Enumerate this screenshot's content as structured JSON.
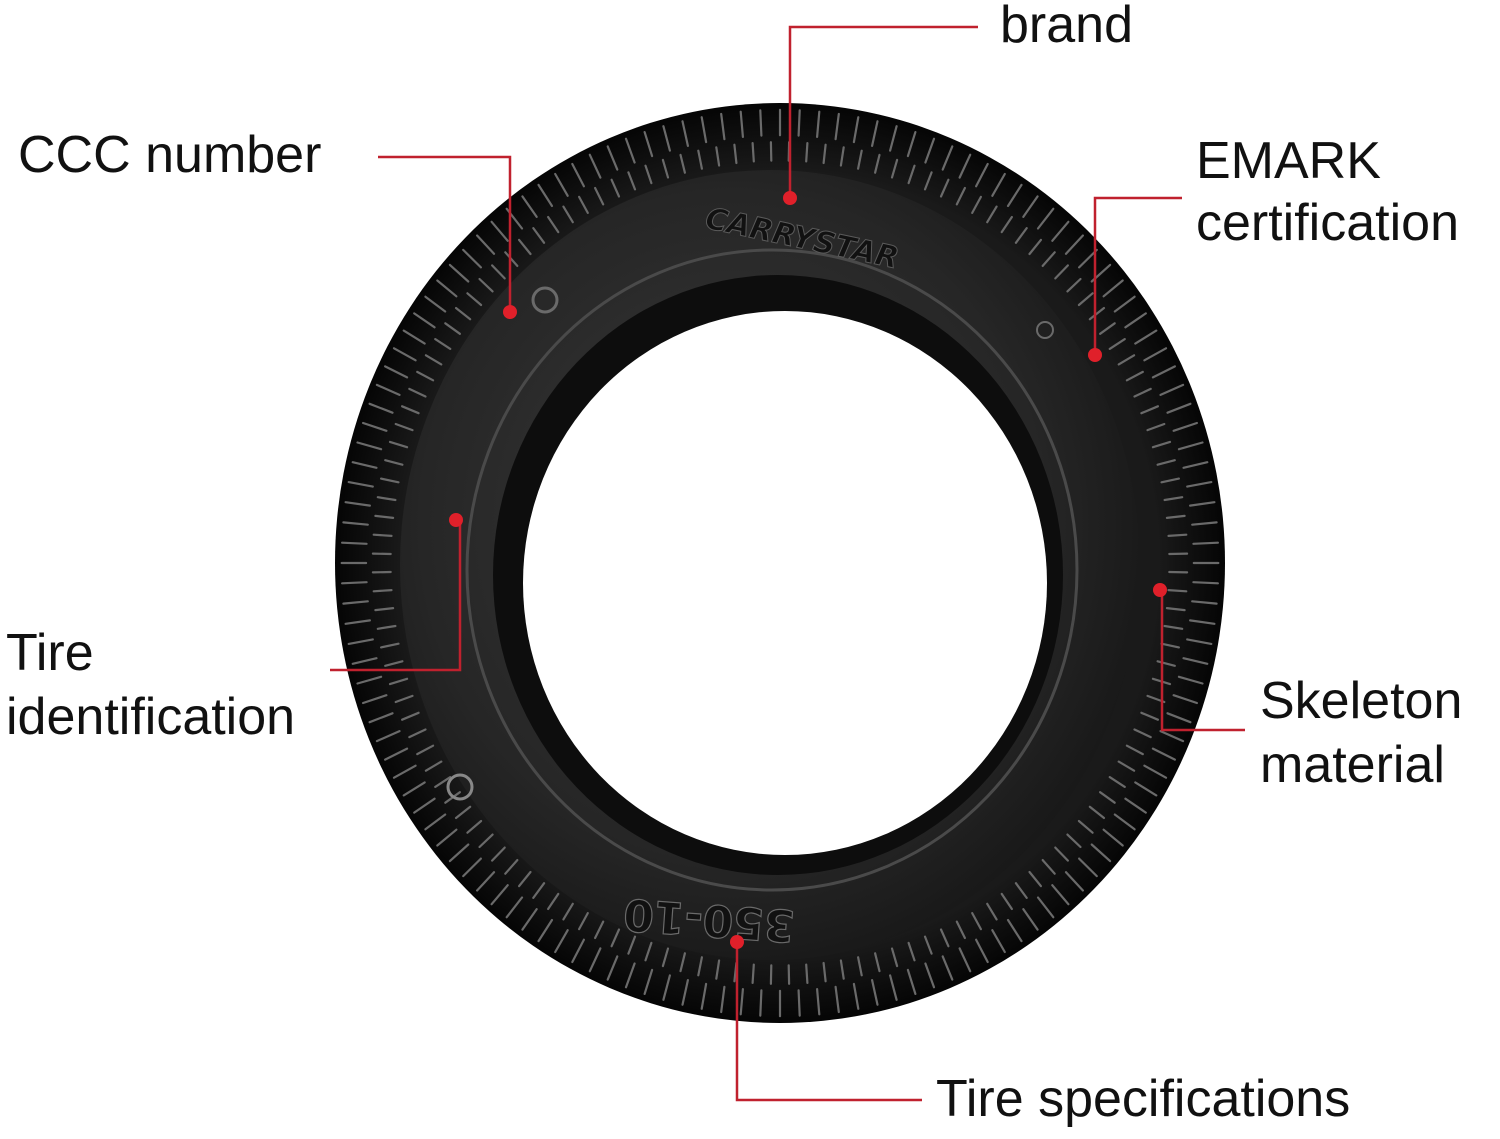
{
  "diagram": {
    "callouts": [
      {
        "id": "brand",
        "lines": [
          "brand"
        ]
      },
      {
        "id": "ccc",
        "lines": [
          "CCC number"
        ]
      },
      {
        "id": "emark",
        "lines": [
          "EMARK",
          "certification"
        ]
      },
      {
        "id": "tire_id",
        "lines": [
          "Tire",
          "identification"
        ]
      },
      {
        "id": "skeleton",
        "lines": [
          "Skeleton",
          "material"
        ]
      },
      {
        "id": "spec",
        "lines": [
          "Tire specifications"
        ]
      }
    ],
    "sidewall_markings": {
      "brand_text": "CARRYSTAR",
      "size_text": "350-10"
    }
  },
  "colors": {
    "leader": "#c0212e",
    "marker": "#e0202a",
    "tire_dark": "#1b1b1b",
    "sidewall": "#2c2c2c",
    "tread": "#0e0e0e",
    "highlight": "#6a6a6a"
  }
}
